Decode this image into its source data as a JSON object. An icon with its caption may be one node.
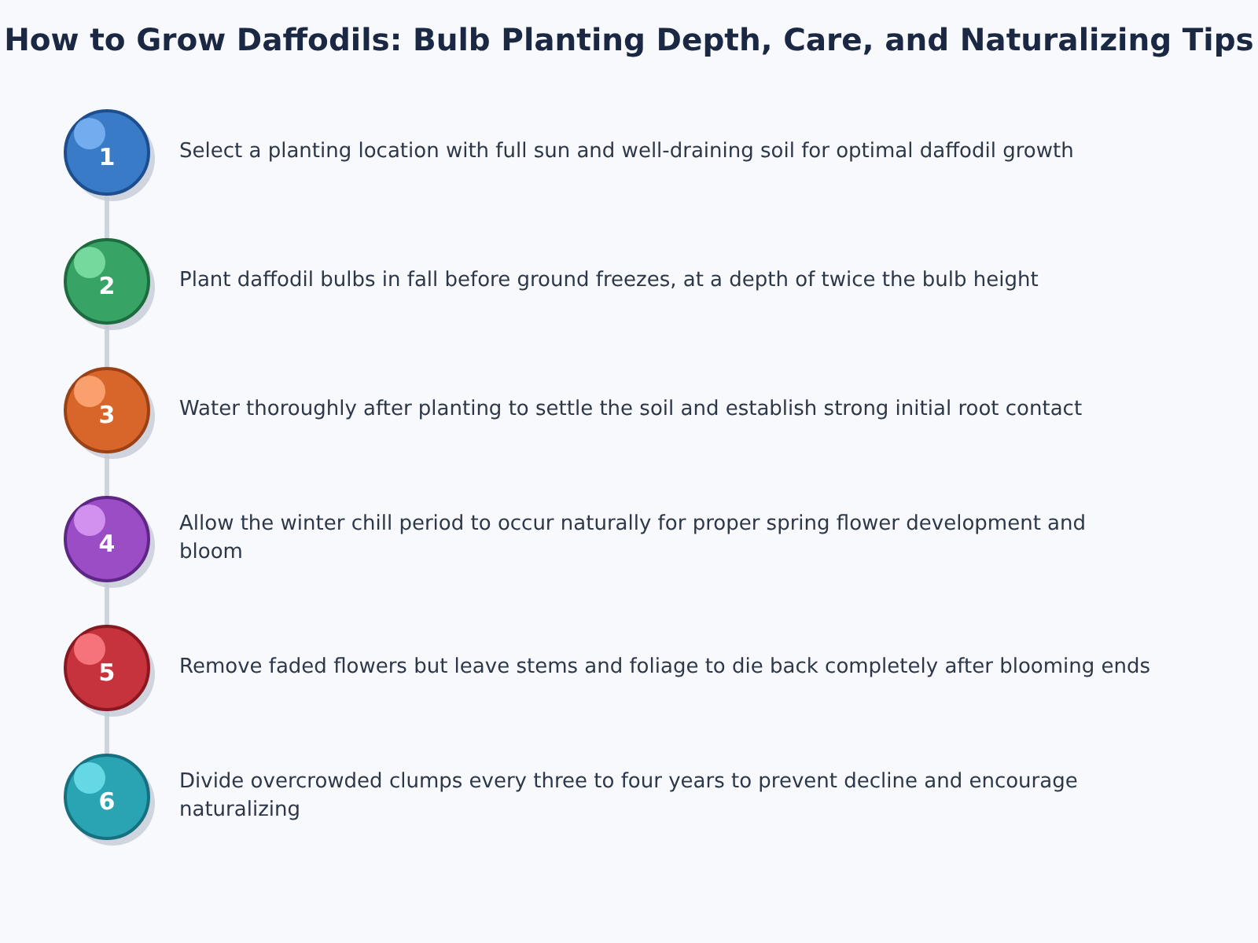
{
  "diagram": {
    "title": "How to Grow Daffodils: Bulb Planting Depth, Care, and Naturalizing Tips",
    "nodes": [
      {
        "text": [
          "1"
        ],
        "beside": [
          "Select a planting location with full sun and well-draining soil for optimal daffodil growth"
        ]
      },
      {
        "text": [
          "2"
        ],
        "beside": [
          "Plant daffodil bulbs in fall before ground freezes, at a depth of twice the bulb height"
        ]
      },
      {
        "text": [
          "3"
        ],
        "beside": [
          "Water thoroughly after planting to settle the soil and establish strong initial root contact"
        ]
      },
      {
        "text": [
          "4"
        ],
        "beside": [
          "Allow the winter chill period to occur naturally for proper spring flower development and bloom"
        ]
      },
      {
        "text": [
          "5"
        ],
        "beside": [
          "Remove faded flowers but leave stems and foliage to die back completely after blooming ends"
        ]
      },
      {
        "text": [
          "6"
        ],
        "beside": [
          "Divide overcrowded clumps every three to four years to prevent decline and encourage naturalizing"
        ]
      }
    ],
    "edges": [
      {
        "from": 0,
        "to": 1,
        "arrow": "none"
      },
      {
        "from": 1,
        "to": 2,
        "arrow": "none"
      },
      {
        "from": 2,
        "to": 3,
        "arrow": "none"
      },
      {
        "from": 3,
        "to": 4,
        "arrow": "none"
      },
      {
        "from": 4,
        "to": 5,
        "arrow": "none"
      }
    ]
  }
}
